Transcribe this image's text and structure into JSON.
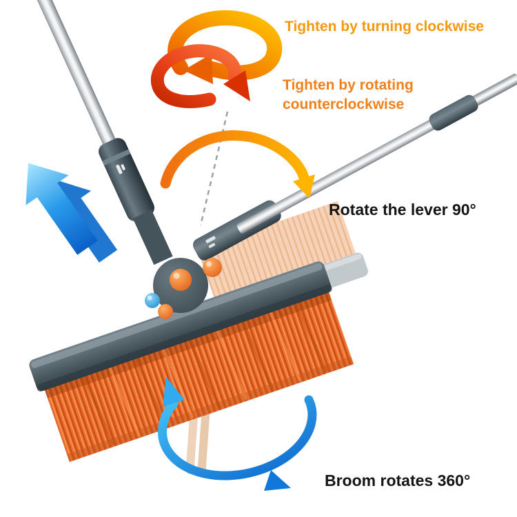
{
  "alt": "Telescopic broom with rotating head shown with instruction arrows and a ghost position of the rotated broom",
  "annotations": {
    "tighten_clockwise": "Tighten by turning clockwise",
    "tighten_counterclockwise": "Tighten by rotating\ncounterclockwise",
    "rotate_lever": "Rotate the lever 90°",
    "broom_rotates": "Broom rotates 360°"
  },
  "colors": {
    "background": "#ffffff",
    "annotation_orange_light": "#f6980f",
    "annotation_orange": "#f0801a",
    "annotation_text_dark": "#141414",
    "clockwise_arrow_orange": "#f58a00",
    "counterclockwise_arrow_red": "#df3a0c",
    "lever_arrow_orange": "#f9a80a",
    "lift_arrow_blue": "#1e86e0",
    "rotation_arrow_blue": "#1d9ae6",
    "bristle_orange": "#ee6c2e",
    "ghost_beige": "#f6d2b8",
    "head_slate": "#4d5b63",
    "handle_silver": "#c9cdd1",
    "knob_orange": "#f07020",
    "knob_blue": "#2a9ce0"
  }
}
